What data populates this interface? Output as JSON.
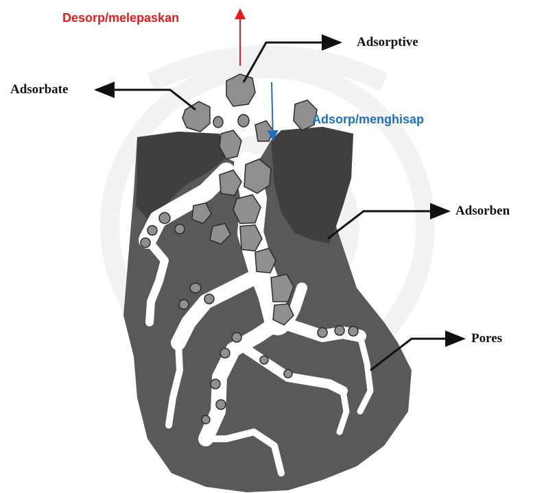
{
  "labels": {
    "desorp": "Desorp/melepaskan",
    "adsorptive": "Adsorptive",
    "adsorbate": "Adsorbate",
    "adsorp": "Adsorp/menghisap",
    "adsorben": "Adsorben",
    "pores": "Pores"
  },
  "colors": {
    "desorp": "#e8191c",
    "adsorp": "#1f6fbf",
    "solid": "#595959",
    "solid_dark": "#3f3f3f",
    "particle": "#8f8f8f",
    "pore": "#ffffff",
    "watermark": "#f2f2f2"
  }
}
